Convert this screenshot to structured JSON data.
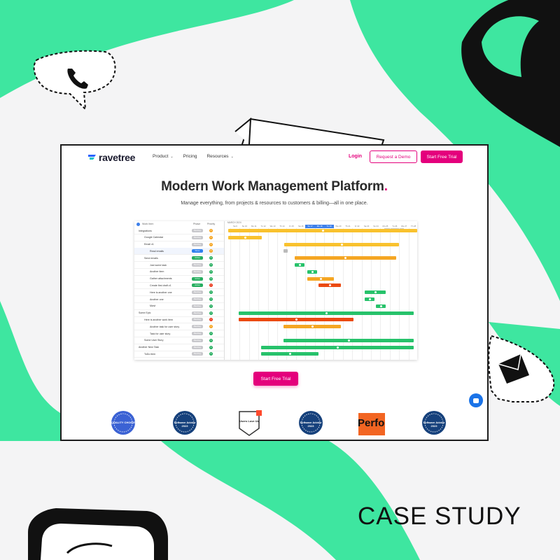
{
  "brand": {
    "name": "ravetree"
  },
  "nav": {
    "product": "Product",
    "pricing": "Pricing",
    "resources": "Resources",
    "login": "Login",
    "demo": "Request a Demo",
    "trial": "Start Free Trial"
  },
  "hero": {
    "title": "Modern Work Management Platform",
    "title_dot": ".",
    "subtitle": "Manage everything, from projects & resources to customers & billing—all in one place.",
    "cta": "Start Free Trial"
  },
  "gantt": {
    "columns": {
      "work_item": "Work Item",
      "phase": "Phase",
      "priority": "Priority"
    },
    "month": "MARCH 2024",
    "days_select": "Days",
    "day_labels": [
      "Sa 9",
      "Su 10",
      "Mo 11",
      "Tu 12",
      "We 13",
      "Th 14",
      "Fr 15",
      "Sa 16",
      "Su 17",
      "Mo 18",
      "Tu 19",
      "We 20",
      "Th 21",
      "Fr 22",
      "Sa 23",
      "Su 24",
      "Mo 25",
      "Tu 26",
      "We 27",
      "Th 28",
      "Fr 29"
    ],
    "rows": [
      {
        "name": "Integrations",
        "phase": "Backlog",
        "prio": "2"
      },
      {
        "name": "Google Calendar",
        "phase": "Backlog",
        "prio": "2"
      },
      {
        "name": "Email v1",
        "phase": "Backlog",
        "prio": "2"
      },
      {
        "name": "Read emails",
        "phase": "Done",
        "prio": "2"
      },
      {
        "name": "Send emails",
        "phase": "Active",
        "prio": "3"
      },
      {
        "name": "Just some task",
        "phase": "Backlog",
        "prio": "3"
      },
      {
        "name": "Another item",
        "phase": "Backlog",
        "prio": "3"
      },
      {
        "name": "Gather attachments",
        "phase": "Active",
        "prio": "3"
      },
      {
        "name": "Create first draft v1",
        "phase": "Active",
        "prio": "1"
      },
      {
        "name": "Here is another one",
        "phase": "Backlog",
        "prio": "3"
      },
      {
        "name": "Another one",
        "phase": "Backlog",
        "prio": "3"
      },
      {
        "name": "Mwvl",
        "phase": "Backlog",
        "prio": "3"
      },
      {
        "name": "Some Epic",
        "phase": "Backlog",
        "prio": "3"
      },
      {
        "name": "Here is another work item",
        "phase": "Backlog",
        "prio": "1"
      },
      {
        "name": "Another task for user story",
        "phase": "Backlog",
        "prio": "2"
      },
      {
        "name": "Task for user story",
        "phase": "Backlog",
        "prio": "3"
      },
      {
        "name": "Some User Story",
        "phase": "Backlog",
        "prio": "3"
      },
      {
        "name": "Another New Task",
        "phase": "Backlog",
        "prio": "3"
      },
      {
        "name": "ToDo item",
        "phase": "Backlog",
        "prio": "3"
      }
    ]
  },
  "badges": [
    {
      "name": "quality-choice-badge",
      "label": "QUALITY CHOICE"
    },
    {
      "name": "software-advice-badge-1",
      "label": "Software Advice 2023"
    },
    {
      "name": "users-love-us-badge",
      "label": "Users Love Us"
    },
    {
      "name": "software-advice-badge-2",
      "label": "Software Advice 2023"
    },
    {
      "name": "perfo-badge",
      "label": "Perfo"
    },
    {
      "name": "software-advice-badge-3",
      "label": "Software Advice 2023"
    }
  ],
  "footer": {
    "case_study": "CASE STUDY"
  },
  "colors": {
    "brand_pink": "#e4007c",
    "mint": "#3ee6a0",
    "dark": "#111111"
  }
}
